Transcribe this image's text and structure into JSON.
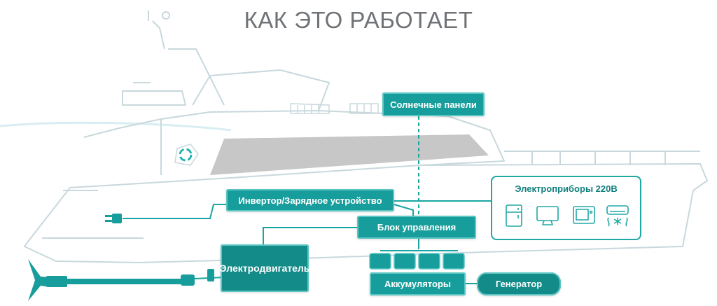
{
  "title": "КАК ЭТО РАБОТАЕТ",
  "boxes": {
    "solar": "Солнечные панели",
    "inverter": "Инвертор/Зарядное устройство",
    "control": "Блок управления",
    "motor": "Электродвигатель",
    "batteries": "Аккумуляторы",
    "generator": "Генератор"
  },
  "appliances": {
    "label": "Электроприборы 220В",
    "icons": [
      "refrigerator-icon",
      "monitor-icon",
      "microwave-icon",
      "air-conditioner-icon"
    ]
  },
  "colors": {
    "teal": "#179e9c",
    "teal_light": "#5cc6c3",
    "outline": "#c8d8dc",
    "glass": "#c7c7c7",
    "title": "#6f7277"
  }
}
